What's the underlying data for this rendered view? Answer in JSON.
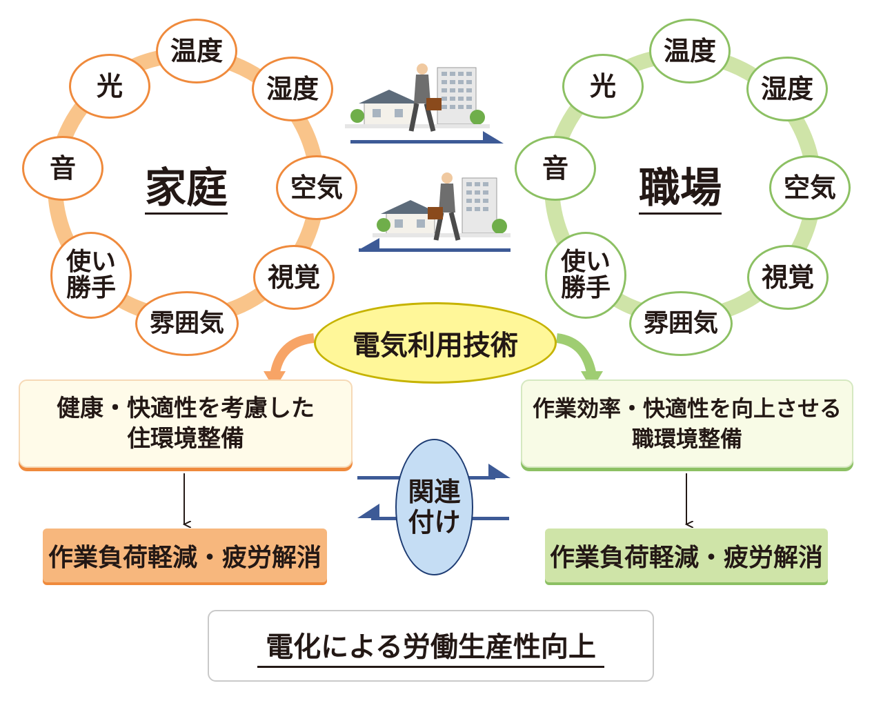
{
  "home_cycle": {
    "title": "家庭",
    "items": [
      "温度",
      "湿度",
      "空気",
      "視覚",
      "雰囲気",
      "使い\n勝手",
      "音",
      "光"
    ]
  },
  "work_cycle": {
    "title": "職場",
    "items": [
      "温度",
      "湿度",
      "空気",
      "視覚",
      "雰囲気",
      "使い\n勝手",
      "音",
      "光"
    ]
  },
  "center": {
    "label": "電気利用技術"
  },
  "home_box": {
    "line1": "健康・快適性を考慮した",
    "line2": "住環境整備"
  },
  "work_box": {
    "line1": "作業効率・快適性を向上させる",
    "line2": "職環境整備"
  },
  "home_result": {
    "label": "作業負荷軽減・疲労解消"
  },
  "work_result": {
    "label": "作業負荷軽減・疲労解消"
  },
  "link": {
    "label": "関連\n付け"
  },
  "bottom": {
    "label": "電化による労働生産性向上"
  },
  "colors": {
    "home": "#ef8a3c",
    "home_ring": "#f9c48a",
    "work": "#8cc063",
    "work_ring": "#cfe4a8",
    "center": "#fff799",
    "link": "#c5ddf4",
    "arrow_blue": "#3d5a96"
  },
  "icons": [
    "house-illustration",
    "office-building-illustration",
    "walking-businessman-illustration"
  ]
}
